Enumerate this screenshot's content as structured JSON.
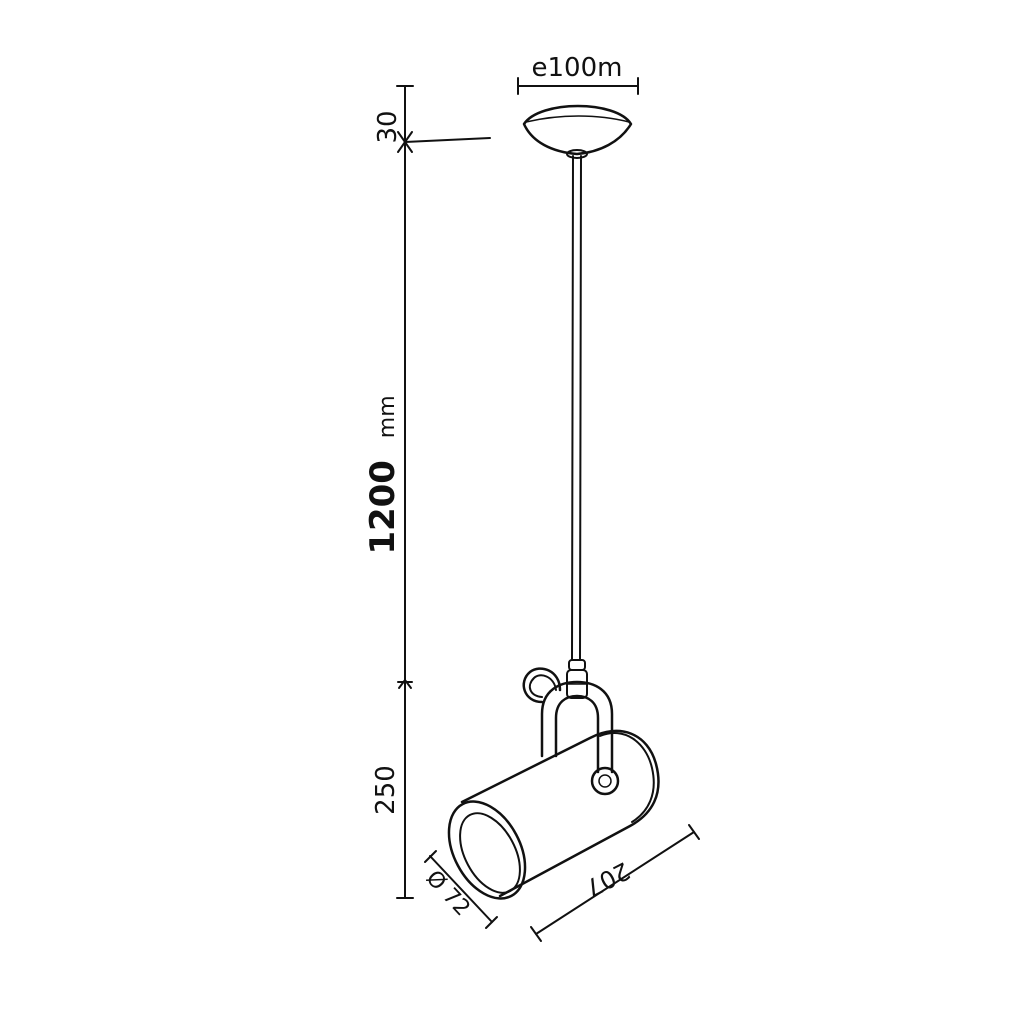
{
  "dimensions": {
    "canopy_diameter": "e100m",
    "canopy_height": "30",
    "cord_length_value": "1200",
    "cord_length_unit": "mm",
    "spot_height": "250",
    "spot_diameter": "Ø 72",
    "spot_length": "207"
  },
  "colors": {
    "ink": "#111111",
    "background": "#ffffff"
  }
}
